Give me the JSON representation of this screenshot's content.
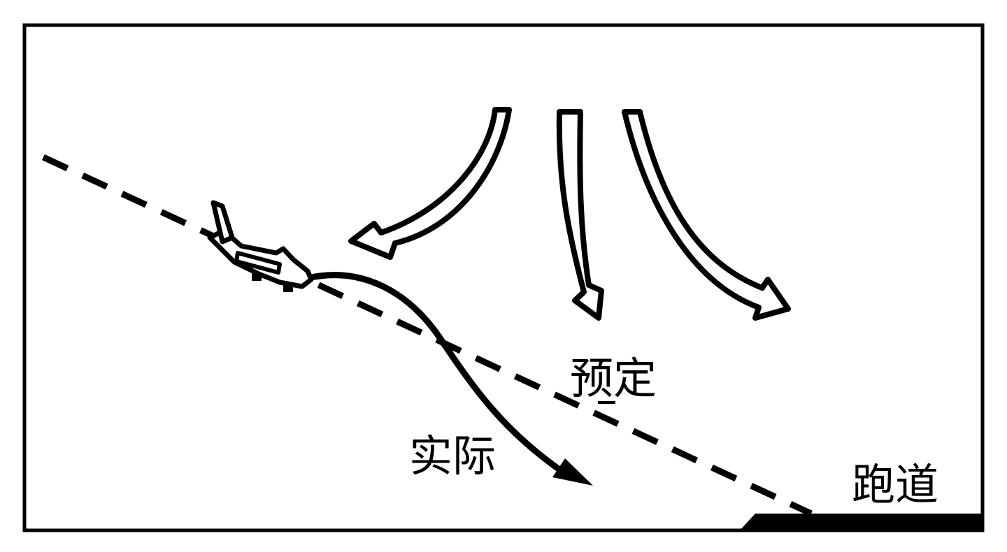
{
  "labels": {
    "planned": "预定",
    "actual": "实际",
    "runway": "跑道"
  },
  "colors": {
    "ink": "#000000",
    "background": "#ffffff"
  },
  "icons": {
    "aircraft": "airplane-icon",
    "wind": "downdraft-arrow-icon"
  }
}
